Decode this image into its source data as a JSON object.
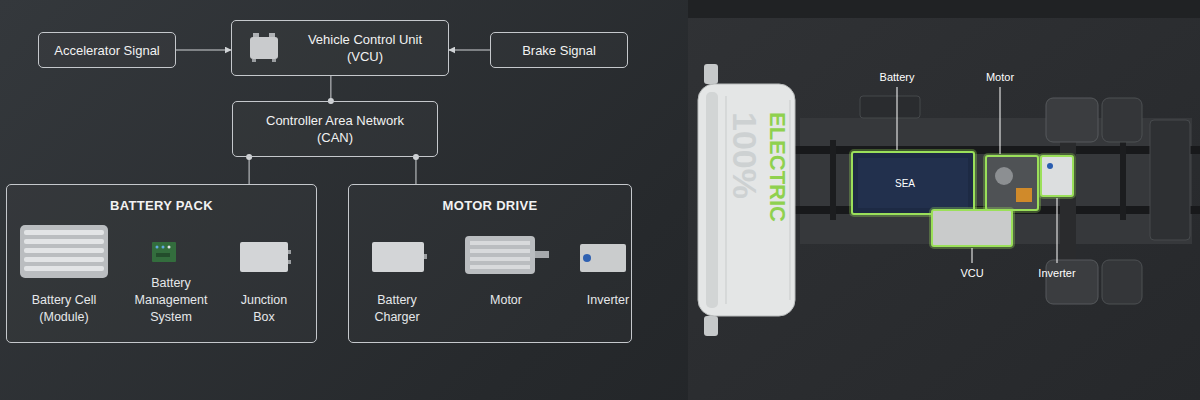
{
  "diagram": {
    "nodes": [
      {
        "text": [
          "Accelerator Signal"
        ]
      },
      {
        "text": [
          "Vehicle Control Unit (VCU)"
        ]
      },
      {
        "text": [
          "Brake Signal"
        ]
      },
      {
        "text": [
          "Controller Area Network (CAN)"
        ]
      },
      {
        "text": [
          "BATTERY PACK"
        ]
      },
      {
        "text": [
          "MOTOR DRIVE"
        ]
      }
    ],
    "edges": [
      {
        "from": 0,
        "to": 1,
        "arrow": "to"
      },
      {
        "from": 2,
        "to": 1,
        "arrow": "to"
      },
      {
        "from": 1,
        "to": 3,
        "arrow": "none"
      },
      {
        "from": 3,
        "to": 4,
        "arrow": "none"
      },
      {
        "from": 3,
        "to": 5,
        "arrow": "none"
      }
    ],
    "labels": [
      "Battery Cell (Module)",
      "Battery Management System",
      "Junction Box",
      "Battery Charger",
      "Motor",
      "Inverter",
      "100%",
      "ELECTRIC",
      "SEA",
      "Battery",
      "Motor",
      "VCU",
      "Inverter"
    ]
  }
}
